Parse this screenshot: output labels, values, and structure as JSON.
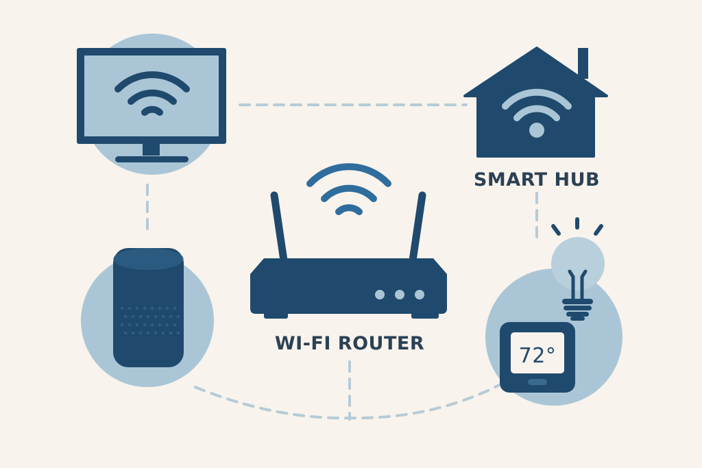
{
  "diagram": {
    "colors": {
      "background": "#f8f3ec",
      "dark_blue": "#1f4a6d",
      "light_blue": "#aac6d6",
      "wifi_accent": "#2f6d9d",
      "connector": "#b5cbd8"
    },
    "nodes": {
      "tv": {
        "icon": "tv-wifi-icon"
      },
      "smart_hub": {
        "label": "SMART HUB",
        "icon": "house-wifi-icon"
      },
      "speaker": {
        "icon": "smart-speaker-icon"
      },
      "router": {
        "label": "WI-FI ROUTER",
        "icon": "router-icon"
      },
      "smart_devices": {
        "thermostat_reading": "72°",
        "icons": [
          "light-bulb-icon",
          "thermostat-icon"
        ]
      }
    },
    "connections": [
      [
        "tv",
        "smart_hub"
      ],
      [
        "tv",
        "speaker"
      ],
      [
        "smart_hub",
        "smart_devices"
      ],
      [
        "speaker",
        "router"
      ],
      [
        "router",
        "smart_devices"
      ]
    ]
  }
}
